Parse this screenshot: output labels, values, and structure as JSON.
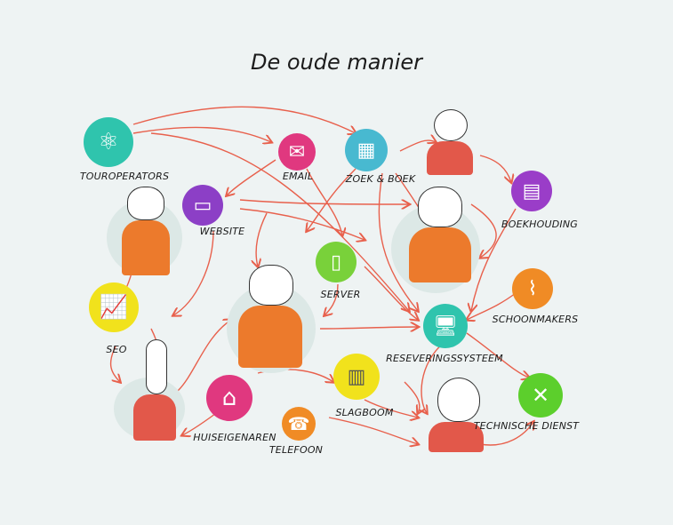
{
  "title": "De oude manier",
  "nodes": {
    "touroperators": {
      "label": "TOUROPERATORS",
      "icon": "network-icon",
      "color": "#2fc4ad"
    },
    "email": {
      "label": "EMAIL",
      "icon": "envelope-icon",
      "color": "#e0387f"
    },
    "zoek_boek": {
      "label": "ZOEK & BOEK",
      "icon": "calendar-icon",
      "color": "#48b9d0"
    },
    "website": {
      "label": "WEBSITE",
      "icon": "browser-window-icon",
      "color": "#8c3fc6"
    },
    "boekhouding": {
      "label": "BOEKHOUDING",
      "icon": "calculator-icon",
      "color": "#9a3dc8"
    },
    "server": {
      "label": "SERVER",
      "icon": "server-icon",
      "color": "#79d13a"
    },
    "seo": {
      "label": "SEO",
      "icon": "chart-magnifier-icon",
      "color": "#f1e21c"
    },
    "schoonmakers": {
      "label": "SCHOONMAKERS",
      "icon": "broom-icon",
      "color": "#f08b25"
    },
    "reserveringssysteem": {
      "label": "RESEVERINGSSYSTEEM",
      "icon": "monitor-icon",
      "color": "#2fc4ad"
    },
    "slagboom": {
      "label": "SLAGBOOM",
      "icon": "barrier-icon",
      "color": "#f1e21c"
    },
    "huiseigenaren": {
      "label": "HUISEIGENAREN",
      "icon": "house-key-icon",
      "color": "#e0387f"
    },
    "telefoon": {
      "label": "TELEFOON",
      "icon": "phone-icon",
      "color": "#f08b25"
    },
    "technische_dienst": {
      "label": "TECHNISCHE DIENST",
      "icon": "tools-icon",
      "color": "#5ccf2c"
    }
  },
  "arrow_color": "#e8604c"
}
